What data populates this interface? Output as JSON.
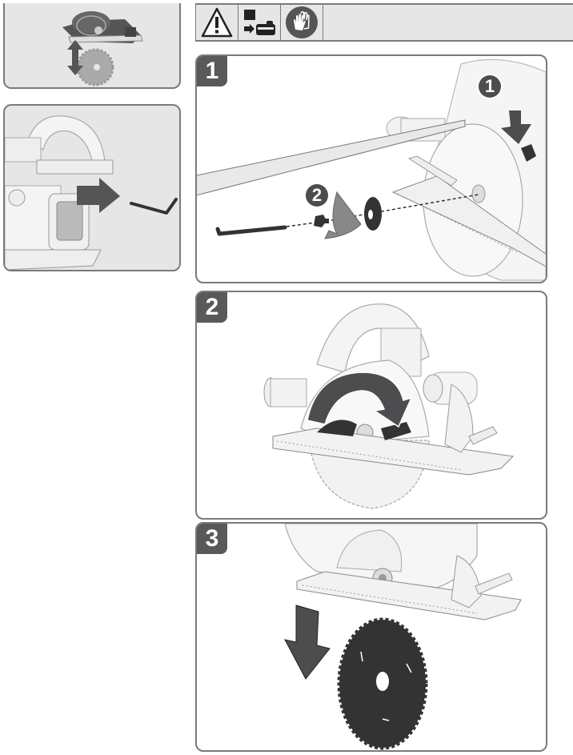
{
  "header": {
    "icons": [
      {
        "name": "warning-triangle-icon",
        "label": "!"
      },
      {
        "name": "remove-battery-icon"
      },
      {
        "name": "wear-gloves-icon"
      }
    ]
  },
  "overview": {
    "illustration": "saw-with-blade-removal",
    "arrow": "up-down-arrow"
  },
  "detail_inset": {
    "illustration": "saw-side-hex-key-storage",
    "arrow": "right-arrow",
    "tool": "hex-key"
  },
  "steps": [
    {
      "number": "1",
      "callouts": [
        "1",
        "2"
      ],
      "description": "press spindle lock, loosen bolt with hex key"
    },
    {
      "number": "2",
      "description": "rotate lower blade guard back"
    },
    {
      "number": "3",
      "description": "remove saw blade downward"
    }
  ],
  "colors": {
    "badge": "#58595b",
    "panel_border": "#7a7a7a",
    "panel_gray": "#e6e6e6",
    "arrow": "#4d4d4f"
  }
}
